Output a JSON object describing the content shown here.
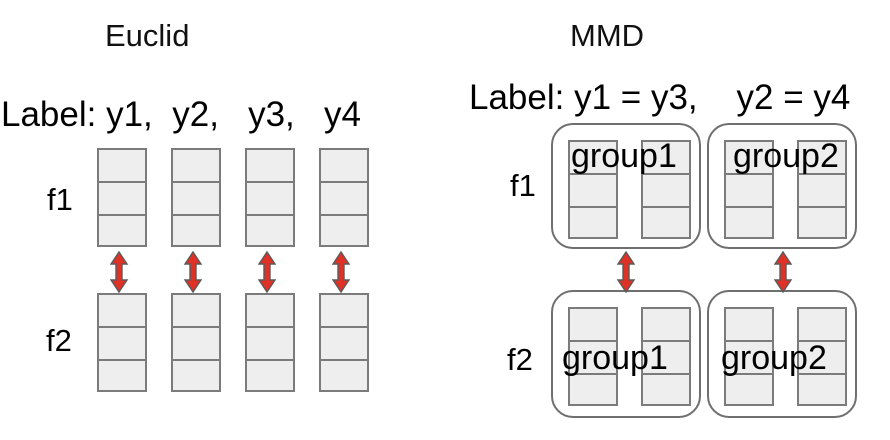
{
  "diagram": {
    "background_color": "#ffffff",
    "cell_fill": "#eeeeee",
    "cell_border": "#7b7b7b",
    "group_border": "#6f6f6f",
    "arrow_color": "#e03127",
    "arrow_outline": "#5a5a5a"
  },
  "panels": [
    {
      "key": "euclid",
      "title": "Euclid",
      "label_line": "Label: y1,  y2,   y3,   y4",
      "feature_rows": [
        {
          "key": "f1",
          "label": "f1"
        },
        {
          "key": "f2",
          "label": "f2"
        }
      ],
      "columns": [
        {
          "key": "y1",
          "cells": 3
        },
        {
          "key": "y2",
          "cells": 3
        },
        {
          "key": "y3",
          "cells": 3
        },
        {
          "key": "y4",
          "cells": 3
        }
      ],
      "arrows": 4,
      "arrow_semantics": "per-sample-pairwise-distance"
    },
    {
      "key": "mmd",
      "title": "MMD",
      "label_line": "Label: y1 = y3,    y2 = y4",
      "feature_rows": [
        {
          "key": "f1",
          "label": "f1"
        },
        {
          "key": "f2",
          "label": "f2"
        }
      ],
      "groups": [
        {
          "key": "group1",
          "label": "group1",
          "columns": 2
        },
        {
          "key": "group2",
          "label": "group2",
          "columns": 2
        }
      ],
      "arrows": 2,
      "arrow_semantics": "per-group-distribution-distance"
    }
  ]
}
